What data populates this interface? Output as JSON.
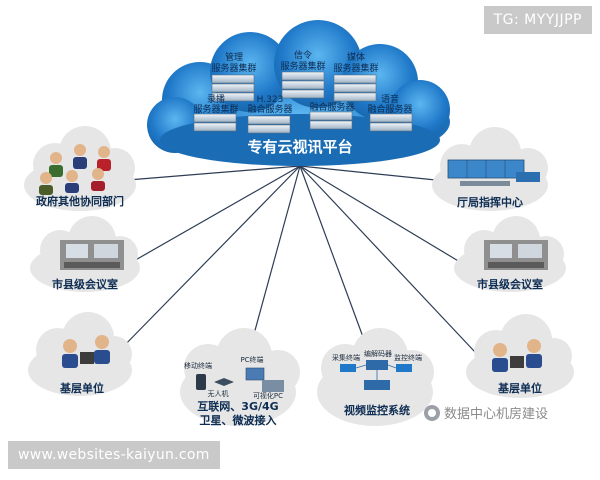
{
  "watermarks": {
    "top_right": "TG: MYYJJPP",
    "bottom_left": "www.websites-kaiyun.com",
    "wechat": "数据中心机房建设"
  },
  "center": {
    "title": "专有云视讯平台",
    "server_groups": [
      {
        "line1": "管理",
        "line2": "服务器集群"
      },
      {
        "line1": "信令",
        "line2": "服务器集群"
      },
      {
        "line1": "媒体",
        "line2": "服务器集群"
      },
      {
        "line1": "录播",
        "line2": "服务器集群"
      },
      {
        "line1": "H.323",
        "line2": "融合服务器"
      },
      {
        "line1": "",
        "line2": "融合服务器"
      },
      {
        "line1": "语音",
        "line2": "融合服务器"
      }
    ]
  },
  "nodes": [
    {
      "label": "政府其他协同部门"
    },
    {
      "label": "厅局指挥中心"
    },
    {
      "label": "市县级会议室"
    },
    {
      "label": "市县级会议室"
    },
    {
      "label": "基层单位"
    },
    {
      "label": "基层单位"
    },
    {
      "label": "互联网、3G/4G",
      "label2": "卫星、微波接入",
      "tags": [
        "移动终端",
        "PC终端",
        "无人机",
        "可视化PC"
      ]
    },
    {
      "label": "视频监控系统",
      "tags": [
        "采集终端",
        "编解码器",
        "监控终端"
      ]
    }
  ],
  "colors": {
    "cloud_main": "#1f78c8",
    "cloud_light": "#4aa3e6",
    "node_cloud": "#e6e6e6",
    "connector": "#2e3d55",
    "title_white": "#ffffff"
  }
}
